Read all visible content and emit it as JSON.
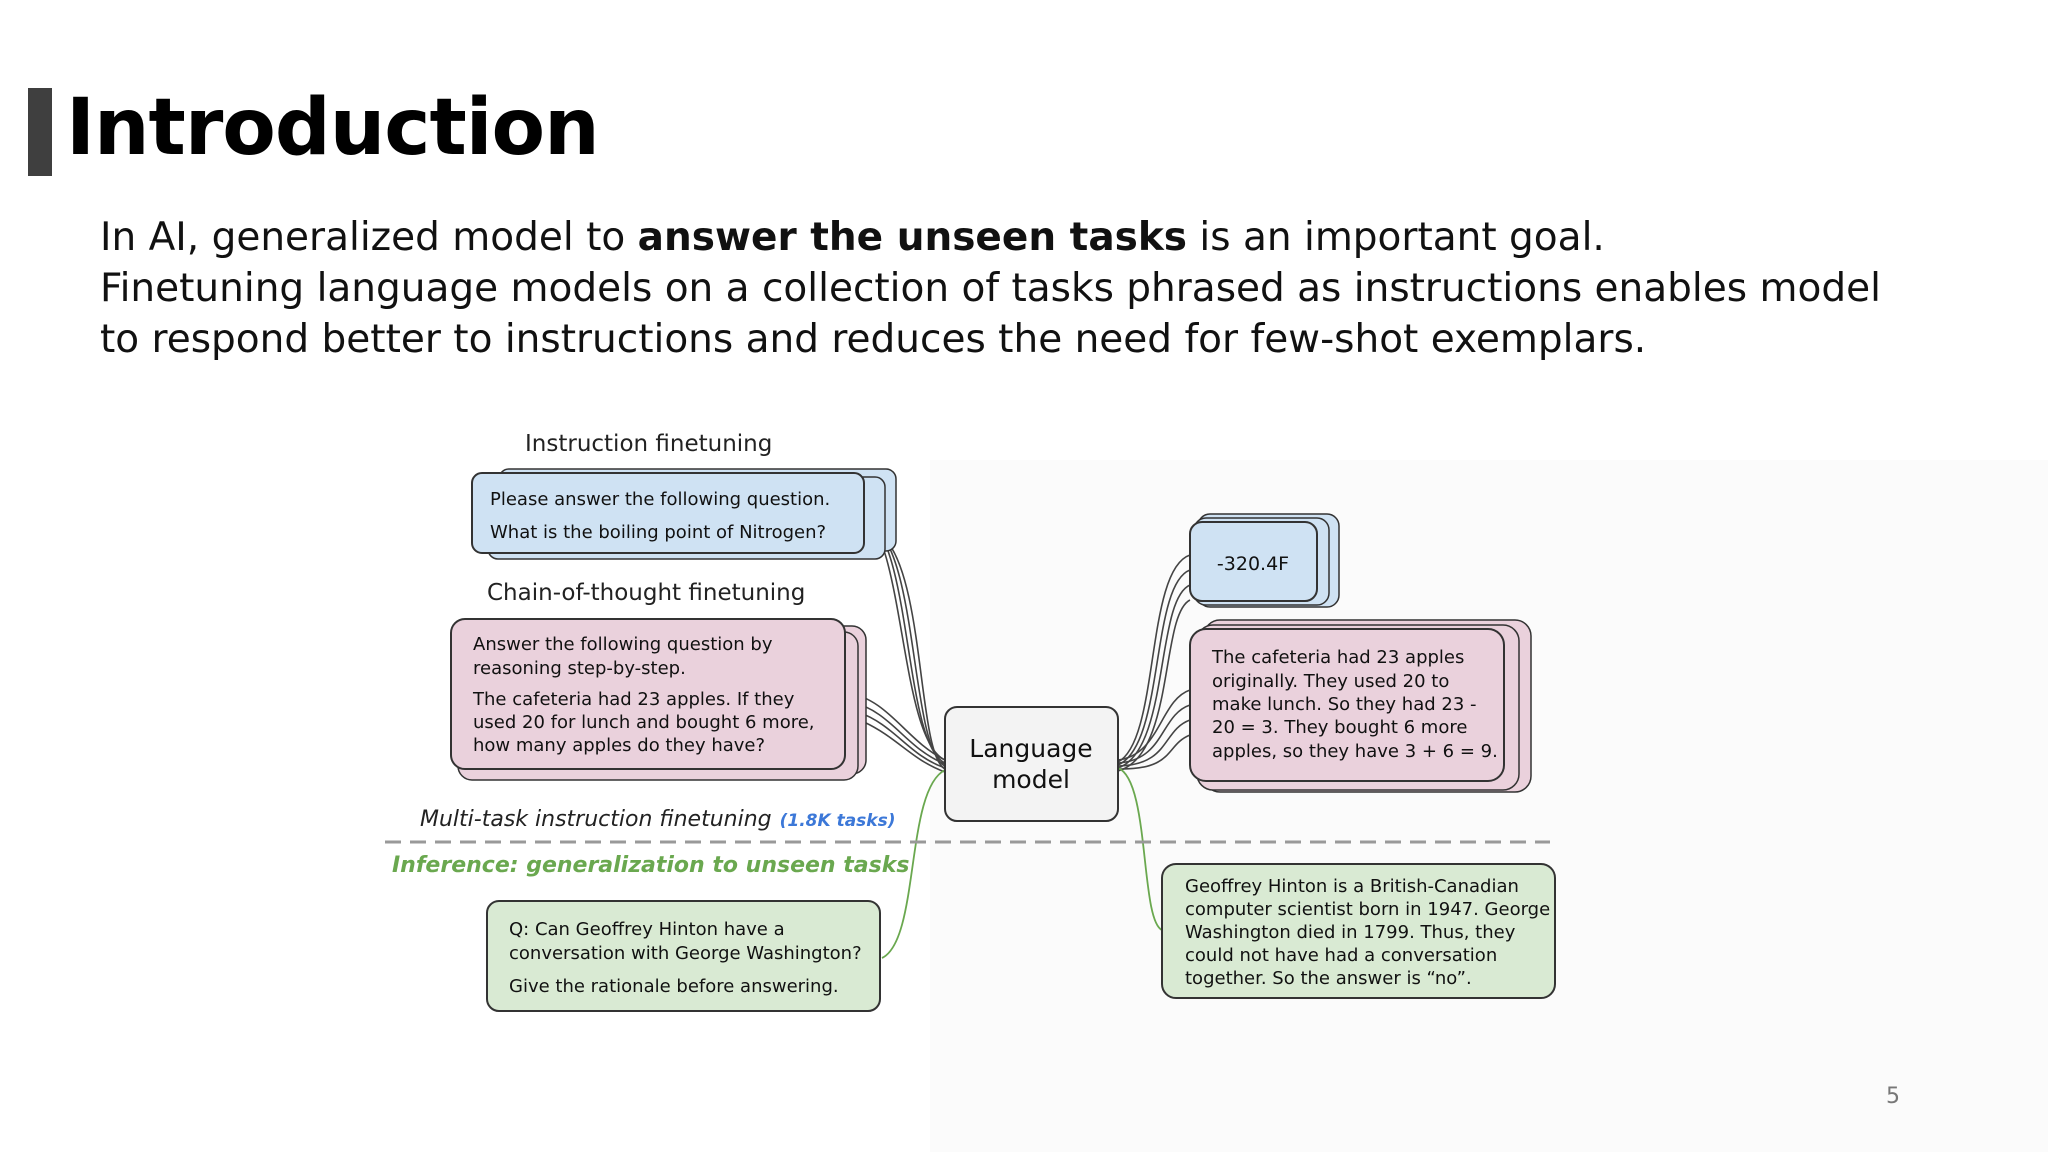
{
  "slide": {
    "title": "Introduction",
    "intro": {
      "line1_pre": "In AI, generalized model to ",
      "line1_bold": "answer the unseen tasks",
      "line1_post": " is an important goal.",
      "line2": "Finetuning language models on a collection of tasks phrased as instructions enables model",
      "line3": "to respond better to instructions and reduces the need for few-shot exemplars."
    },
    "page_number": "5"
  },
  "diagram": {
    "instruction_label": "Instruction finetuning",
    "instruction_box": [
      "Please answer the following question.",
      "What is the boiling point of Nitrogen?"
    ],
    "cot_label": "Chain-of-thought finetuning",
    "cot_box": [
      "Answer the following question by",
      "reasoning step-by-step.",
      "The cafeteria had 23 apples. If they",
      "used 20 for lunch and bought 6 more,",
      "how many apples do they have?"
    ],
    "model_label": [
      "Language",
      "model"
    ],
    "answer_box": "-320.4F",
    "cot_answer_box": [
      "The cafeteria had 23 apples",
      "originally. They used 20 to",
      "make lunch. So they had 23 -",
      "20 = 3. They bought 6 more",
      "apples, so they have 3 + 6 = 9."
    ],
    "multitask_label": "Multi-task instruction finetuning",
    "multitask_count": "(1.8K tasks)",
    "inference_label": "Inference: generalization to unseen tasks",
    "inference_box": [
      "Q: Can Geoffrey Hinton have a",
      "conversation with George Washington?",
      "Give the rationale before answering."
    ],
    "inference_answer_box": [
      "Geoffrey Hinton is a British-Canadian",
      "computer scientist born in 1947. George",
      "Washington died in 1799. Thus, they",
      "could not have had a conversation",
      "together. So the answer is “no”."
    ],
    "colors": {
      "blue_fill": "#cfe2f3",
      "pink_fill": "#ead1dc",
      "green_fill": "#d9ead3",
      "model_fill": "#f3f3f3",
      "green_text": "#6aa84f",
      "blue_text": "#3c78d8",
      "line": "#444444"
    }
  }
}
